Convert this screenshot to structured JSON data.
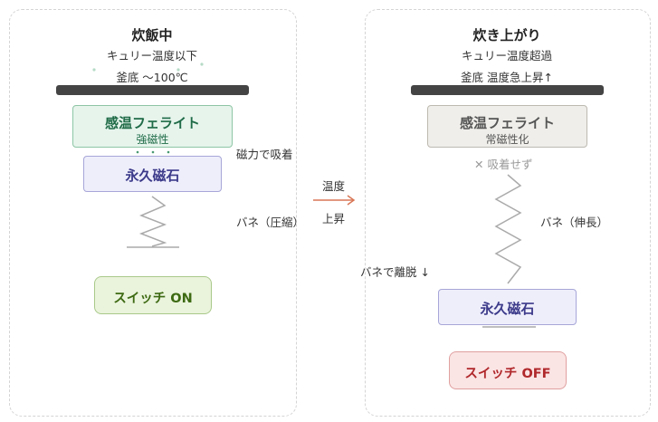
{
  "left": {
    "title": "炊飯中",
    "subtitle": "キュリー温度以下",
    "pan_temp": "釜底 〜100℃",
    "ferrite_label": "感温フェライト",
    "ferrite_state": "強磁性",
    "attraction": "磁力で吸着",
    "magnet_label": "永久磁石",
    "spring_label": "バネ（圧縮）",
    "switch_label": "スイッチ ON"
  },
  "transition": {
    "line1": "温度",
    "line2": "上昇"
  },
  "right": {
    "title": "炊き上がり",
    "subtitle": "キュリー温度超過",
    "pan_temp": "釜底 温度急上昇↑",
    "ferrite_label": "感温フェライト",
    "ferrite_state": "常磁性化",
    "no_attraction": "✕ 吸着せず",
    "spring_label": "バネ（伸長）",
    "release_label": "バネで離脱 ↓",
    "magnet_label": "永久磁石",
    "switch_label": "スイッチ OFF"
  },
  "colors": {
    "ferrite_on_text": "#1f6b47",
    "ferrite_off_text": "#555555",
    "magnet_text": "#3c3a8a",
    "switch_on_text": "#3d6a12",
    "switch_off_text": "#b0282b",
    "arrow": "#d97757",
    "spring": "#aaaaaa"
  }
}
